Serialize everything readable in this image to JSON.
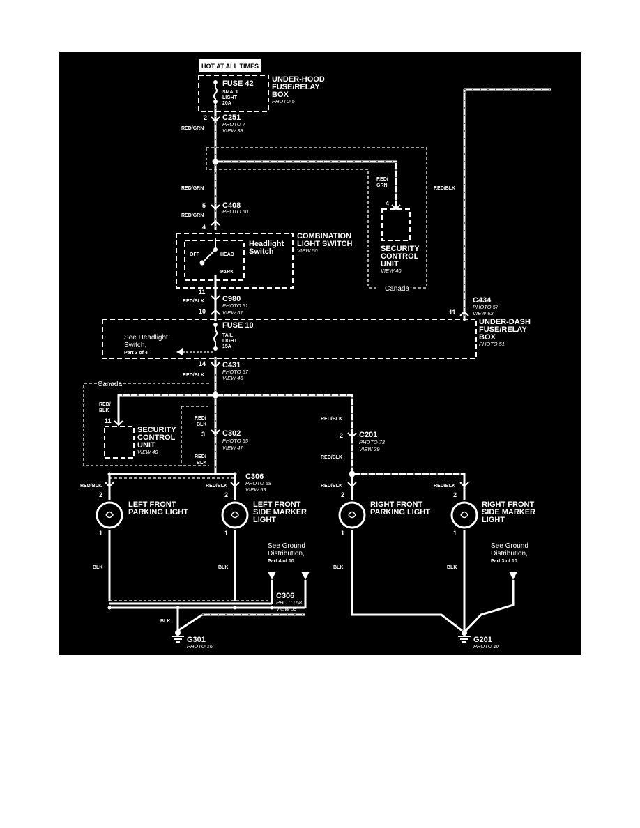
{
  "hot_label": "HOT AT ALL TIMES",
  "underhood": {
    "t1": "UNDER-HOOD",
    "t2": "FUSE/RELAY",
    "t3": "BOX",
    "photo": "PHOTO 5"
  },
  "fuse42": {
    "name": "FUSE 42",
    "l1": "SMALL",
    "l2": "LIGHT",
    "amp": "20A"
  },
  "c251": {
    "pin": "2",
    "name": "C251",
    "photo": "PHOTO 7",
    "view": "VIEW 38",
    "wire": "RED/GRN"
  },
  "splice_wire": "RED/GRN",
  "c408": {
    "pin": "5",
    "name": "C408",
    "photo": "PHOTO 60",
    "wire": "RED/GRN"
  },
  "sec_top": {
    "wire1": "RED/",
    "wire2": "GRN",
    "pin": "4",
    "t1": "SECURITY",
    "t2": "CONTROL",
    "t3": "UNIT",
    "view": "VIEW 40",
    "region": "Canada"
  },
  "right_wire": "RED/BLK",
  "combo": {
    "pin": "4",
    "t1": "COMBINATION",
    "t2": "LIGHT SWITCH",
    "view": "VIEW 50",
    "sw1": "Headlight",
    "sw2": "Switch",
    "off": "OFF",
    "head": "HEAD",
    "park": "PARK"
  },
  "c980": {
    "pin_top": "11",
    "pin_bot": "10",
    "name": "C980",
    "photo": "PHOTO 51",
    "view": "VIEW 67",
    "wire": "RED/BLK"
  },
  "c434": {
    "pin": "11",
    "name": "C434",
    "photo": "PHOTO 57",
    "view": "VIEW 62"
  },
  "underdash": {
    "t1": "UNDER-DASH",
    "t2": "FUSE/RELAY",
    "t3": "BOX",
    "photo": "PHOTO 51"
  },
  "fuse10": {
    "name": "FUSE 10",
    "l1": "TAIL",
    "l2": "LIGHT",
    "amp": "15A"
  },
  "see_headlight": {
    "l1": "See Headlight",
    "l2": "Switch,",
    "l3": "Part 3 of 4"
  },
  "c431": {
    "pin": "14",
    "name": "C431",
    "photo": "PHOTO 57",
    "view": "VIEW 46",
    "wire": "RED/BLK"
  },
  "canada_lower": "Canada",
  "sec_low": {
    "wire1": "RED/",
    "wire2": "BLK",
    "pin": "11",
    "t1": "SECURITY",
    "t2": "CONTROL",
    "t3": "UNIT",
    "view": "VIEW 40"
  },
  "c302": {
    "wire_top1": "RED/",
    "wire_top2": "BLK",
    "pin": "3",
    "name": "C302",
    "photo": "PHOTO 55",
    "view": "VIEW 47",
    "wire_bot1": "RED/",
    "wire_bot2": "BLK"
  },
  "c201": {
    "wire_top": "RED/BLK",
    "pin": "2",
    "name": "C201",
    "photo": "PHOTO 73",
    "view": "VIEW 39",
    "wire_bot": "RED/BLK"
  },
  "c306_top": {
    "name": "C306",
    "photo": "PHOTO 58",
    "view": "VIEW 59"
  },
  "lfp": {
    "wire": "RED/BLK",
    "pin_top": "2",
    "pin_bot": "1",
    "t1": "LEFT FRONT",
    "t2": "PARKING LIGHT",
    "gnd": "BLK"
  },
  "lfsm": {
    "wire": "RED/BLK",
    "pin_top": "2",
    "pin_bot": "1",
    "t1": "LEFT FRONT",
    "t2": "SIDE MARKER",
    "t3": "LIGHT",
    "gnd": "BLK"
  },
  "rfp": {
    "wire": "RED/BLK",
    "pin_top": "2",
    "pin_bot": "1",
    "t1": "RIGHT FRONT",
    "t2": "PARKING LIGHT",
    "gnd": "BLK"
  },
  "rfsm": {
    "wire": "RED/BLK",
    "pin_top": "2",
    "pin_bot": "1",
    "t1": "RIGHT FRONT",
    "t2": "SIDE MARKER",
    "t3": "LIGHT",
    "gnd": "BLK"
  },
  "see_ground_left": {
    "l1": "See Ground",
    "l2": "Distribution,",
    "l3": "Part 4 of 10"
  },
  "see_ground_right": {
    "l1": "See Ground",
    "l2": "Distribution,",
    "l3": "Part 3 of 10"
  },
  "c306_bot": {
    "name": "C306",
    "photo": "PHOTO 58",
    "view": "VIEW 59"
  },
  "g301": {
    "wire": "BLK",
    "name": "G301",
    "photo": "PHOTO 16"
  },
  "g201": {
    "name": "G201",
    "photo": "PHOTO 10"
  }
}
